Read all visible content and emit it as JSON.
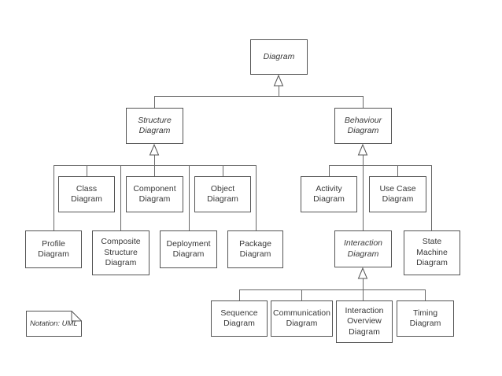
{
  "title": "UML diagram type hierarchy",
  "colors": {
    "background": "#ffffff",
    "box_border": "#545454",
    "connector_line": "#676767",
    "text": "#383838"
  },
  "nodes": {
    "root": {
      "label": "Diagram",
      "abstract": true
    },
    "structure": {
      "label": "Structure\nDiagram",
      "abstract": true
    },
    "behaviour": {
      "label": "Behaviour\nDiagram",
      "abstract": true
    },
    "class": {
      "label": "Class\nDiagram",
      "abstract": false
    },
    "component": {
      "label": "Component\nDiagram",
      "abstract": false
    },
    "object": {
      "label": "Object\nDiagram",
      "abstract": false
    },
    "activity": {
      "label": "Activity\nDiagram",
      "abstract": false
    },
    "use_case": {
      "label": "Use Case\nDiagram",
      "abstract": false
    },
    "profile": {
      "label": "Profile\nDiagram",
      "abstract": false
    },
    "composite_structure": {
      "label": "Composite\nStructure\nDiagram",
      "abstract": false
    },
    "deployment": {
      "label": "Deployment\nDiagram",
      "abstract": false
    },
    "package": {
      "label": "Package\nDiagram",
      "abstract": false
    },
    "interaction": {
      "label": "Interaction\nDiagram",
      "abstract": true
    },
    "state_machine": {
      "label": "State\nMachine\nDiagram",
      "abstract": false
    },
    "sequence": {
      "label": "Sequence\nDiagram",
      "abstract": false
    },
    "communication": {
      "label": "Communication\nDiagram",
      "abstract": false
    },
    "interaction_overview": {
      "label": "Interaction\nOverview\nDiagram",
      "abstract": false
    },
    "timing": {
      "label": "Timing\nDiagram",
      "abstract": false
    }
  },
  "note": {
    "label": "Notation: UML"
  },
  "hierarchy": [
    {
      "parent": "Diagram",
      "children": [
        "Structure Diagram",
        "Behaviour Diagram"
      ]
    },
    {
      "parent": "Structure Diagram",
      "children": [
        "Class Diagram",
        "Component Diagram",
        "Object Diagram",
        "Profile Diagram",
        "Composite Structure Diagram",
        "Deployment Diagram",
        "Package Diagram"
      ]
    },
    {
      "parent": "Behaviour Diagram",
      "children": [
        "Activity Diagram",
        "Use Case Diagram",
        "Interaction Diagram",
        "State Machine Diagram"
      ]
    },
    {
      "parent": "Interaction Diagram",
      "children": [
        "Sequence Diagram",
        "Communication Diagram",
        "Interaction Overview Diagram",
        "Timing Diagram"
      ]
    }
  ]
}
